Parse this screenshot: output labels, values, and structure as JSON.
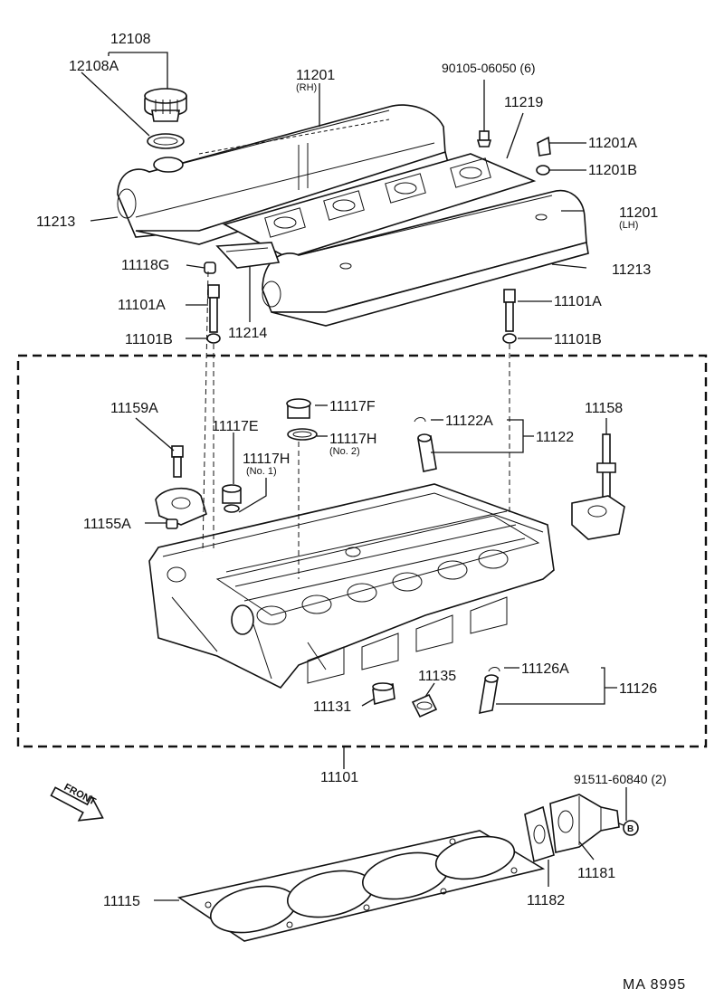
{
  "labels": {
    "p12108": "12108",
    "p12108A": "12108A",
    "p11201_rh": "11201",
    "rh": "(RH)",
    "p90105": "90105-06050 (6)",
    "p11219": "11219",
    "p11201A": "11201A",
    "p11201B": "11201B",
    "p11213_l": "11213",
    "p11201_lh": "11201",
    "lh": "(LH)",
    "p11213_r": "11213",
    "p11118G": "11118G",
    "p11101A_l": "11101A",
    "p11101A_r": "11101A",
    "p11101B_l": "11101B",
    "p11101B_r": "11101B",
    "p11214": "11214",
    "p11159A": "11159A",
    "p11117F": "11117F",
    "p11117E": "11117E",
    "p11117H_1": "11117H",
    "no1": "(No. 1)",
    "p11117H_2": "11117H",
    "no2": "(No. 2)",
    "p11122A": "11122A",
    "p11122": "11122",
    "p11158": "11158",
    "p11155A": "11155A",
    "p11126A": "11126A",
    "p11126": "11126",
    "p11135": "11135",
    "p11131": "11131",
    "p11101": "11101",
    "p91511": "91511-60840 (2)",
    "front": "FRONT",
    "b_mark": "B",
    "p11115": "11115",
    "p11182": "11182",
    "p11181": "11181"
  },
  "footer": "MA  8995"
}
